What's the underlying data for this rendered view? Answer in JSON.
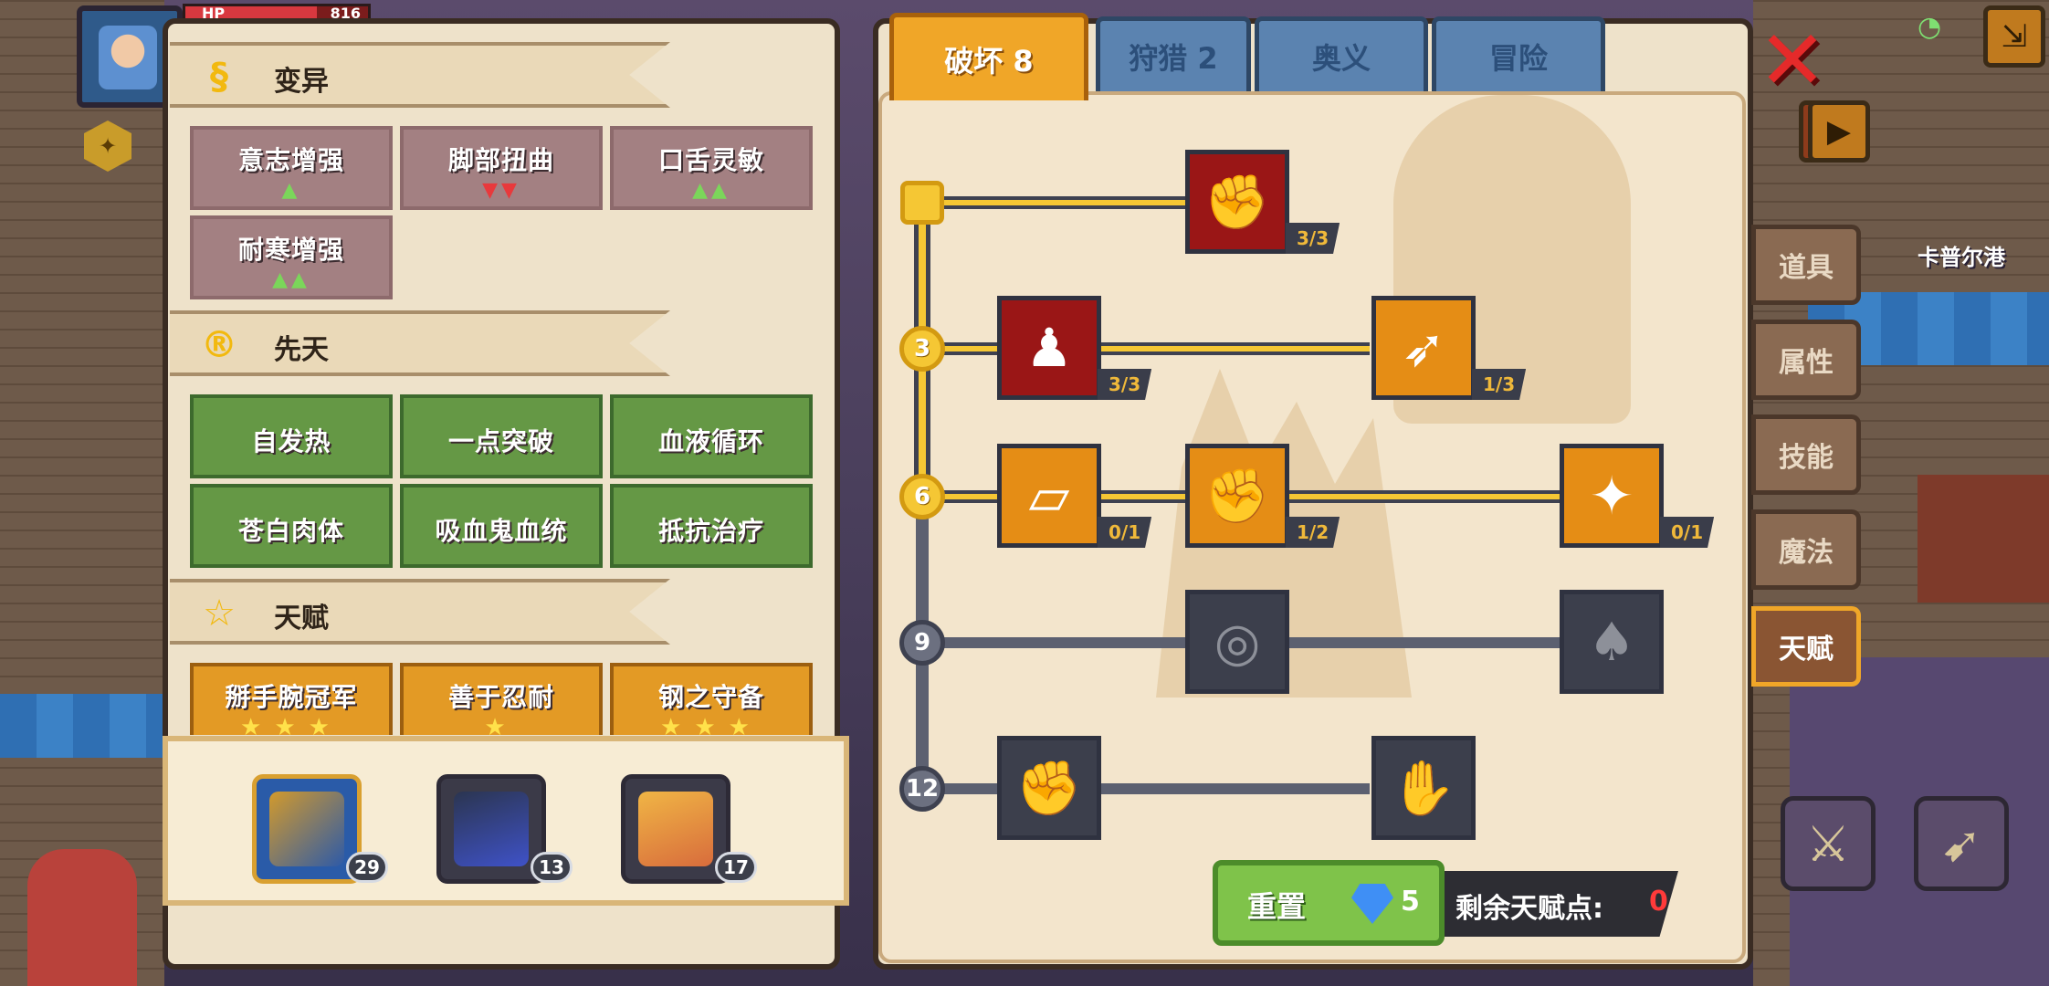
{
  "hud": {
    "hp_label": "HP",
    "hp_value": "816",
    "hp_fraction": 0.72
  },
  "left": {
    "sections": [
      {
        "title": "变异",
        "icon": "dna-icon"
      },
      {
        "title": "先天",
        "icon": "r-coin-icon"
      },
      {
        "title": "天赋",
        "icon": "star-icon"
      }
    ],
    "mutations": [
      {
        "label": "意志增强",
        "marks": "▲",
        "type": "up"
      },
      {
        "label": "脚部扭曲",
        "marks": "▼▼",
        "type": "down"
      },
      {
        "label": "口舌灵敏",
        "marks": "▲▲",
        "type": "up"
      },
      {
        "label": "耐寒增强",
        "marks": "▲▲",
        "type": "up"
      }
    ],
    "innate": [
      "自发热",
      "一点突破",
      "血液循环",
      "苍白肉体",
      "吸血鬼血统",
      "抵抗治疗"
    ],
    "talents": [
      {
        "label": "掰手腕冠军",
        "stars": "★★★"
      },
      {
        "label": "善于忍耐",
        "stars": "★"
      },
      {
        "label": "钢之守备",
        "stars": "★★★"
      }
    ],
    "party": [
      {
        "level": "29",
        "selected": true
      },
      {
        "level": "13",
        "selected": false
      },
      {
        "level": "17",
        "selected": false
      }
    ]
  },
  "tabs": [
    "破坏 8",
    "狩猎 2",
    "奥义",
    "冒险"
  ],
  "tree": {
    "levels": [
      "3",
      "6",
      "9",
      "12"
    ],
    "nodes": [
      {
        "icon": "arm-wrestle-icon",
        "count": "3/3",
        "state": "red"
      },
      {
        "icon": "muscle-body-icon",
        "count": "3/3",
        "state": "red"
      },
      {
        "icon": "arrow-strike-icon",
        "count": "1/3",
        "state": "orange"
      },
      {
        "icon": "card-slash-icon",
        "count": "0/1",
        "state": "orange"
      },
      {
        "icon": "punch-icon",
        "count": "1/2",
        "state": "orange"
      },
      {
        "icon": "blood-splash-icon",
        "count": "0/1",
        "state": "orange"
      },
      {
        "icon": "ripple-icon",
        "count": "",
        "state": "locked"
      },
      {
        "icon": "bat-drop-icon",
        "count": "",
        "state": "locked"
      },
      {
        "icon": "fist-icon",
        "count": "",
        "state": "locked"
      },
      {
        "icon": "grab-icon",
        "count": "",
        "state": "locked"
      }
    ]
  },
  "footer": {
    "reset_label": "重置",
    "reset_cost": "5",
    "points_label": "剩余天赋点:",
    "points_value": "0"
  },
  "side_tabs": [
    "道具",
    "属性",
    "技能",
    "魔法",
    "天赋"
  ],
  "map": {
    "city": "卡普尔港"
  },
  "colors": {
    "accent": "#f0a628",
    "mutation": "#a38082",
    "innate": "#659845",
    "talent": "#e39a25",
    "locked": "#3c3f4c"
  }
}
